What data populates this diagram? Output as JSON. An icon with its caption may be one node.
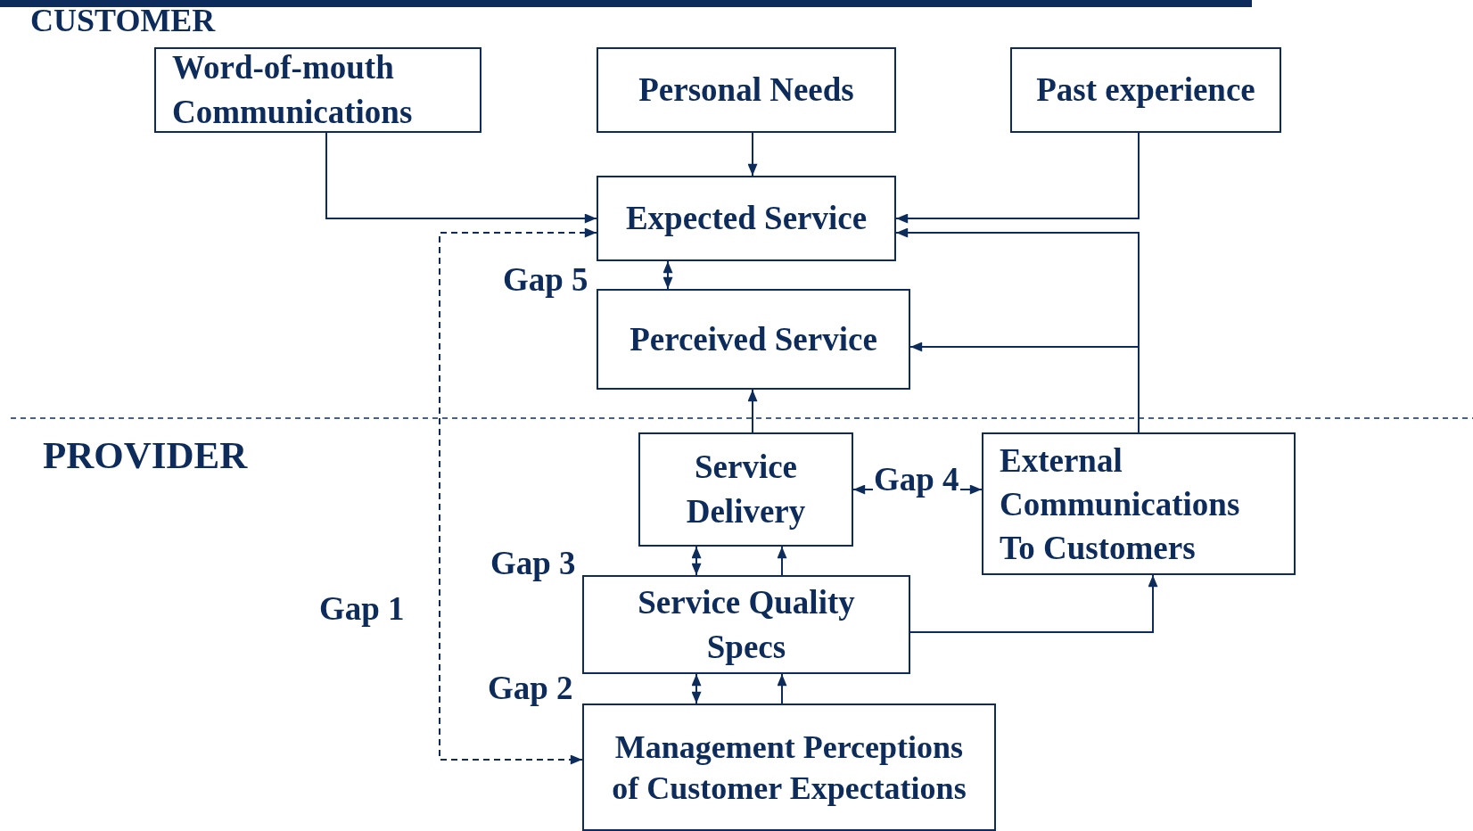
{
  "diagram": {
    "nodes": [
      {
        "text": [
          "Word-of-mouth Communications"
        ]
      },
      {
        "text": [
          "Personal Needs"
        ]
      },
      {
        "text": [
          "Past experience"
        ]
      },
      {
        "text": [
          "Expected Service"
        ]
      },
      {
        "text": [
          "Perceived Service"
        ]
      },
      {
        "text": [
          "Service Delivery"
        ]
      },
      {
        "text": [
          "External Communications To Customers"
        ]
      },
      {
        "text": [
          "Service Quality Specs"
        ]
      },
      {
        "text": [
          "Management Perceptions of Customer Expectations"
        ]
      }
    ],
    "edges": [
      {
        "from": 0,
        "to": 3,
        "arrow": "to"
      },
      {
        "from": 1,
        "to": 3,
        "arrow": "to"
      },
      {
        "from": 2,
        "to": 3,
        "arrow": "to"
      },
      {
        "from": 6,
        "to": 3,
        "arrow": "to"
      },
      {
        "from": 6,
        "to": 4,
        "arrow": "to"
      },
      {
        "from": 3,
        "to": 4,
        "arrow": "both",
        "label": "Gap 5"
      },
      {
        "from": 5,
        "to": 4,
        "arrow": "to"
      },
      {
        "from": 5,
        "to": 6,
        "arrow": "both",
        "label": "Gap 4"
      },
      {
        "from": 5,
        "to": 7,
        "arrow": "both",
        "label": "Gap 3"
      },
      {
        "from": 7,
        "to": 5,
        "arrow": "to"
      },
      {
        "from": 7,
        "to": 6,
        "arrow": "to"
      },
      {
        "from": 7,
        "to": 8,
        "arrow": "both",
        "label": "Gap 2"
      },
      {
        "from": 8,
        "to": 7,
        "arrow": "to"
      },
      {
        "from": 3,
        "to": 8,
        "arrow": "both",
        "label": "Gap 1",
        "style": "dashed"
      }
    ],
    "labels": [
      "CUSTOMER",
      "PROVIDER"
    ]
  }
}
